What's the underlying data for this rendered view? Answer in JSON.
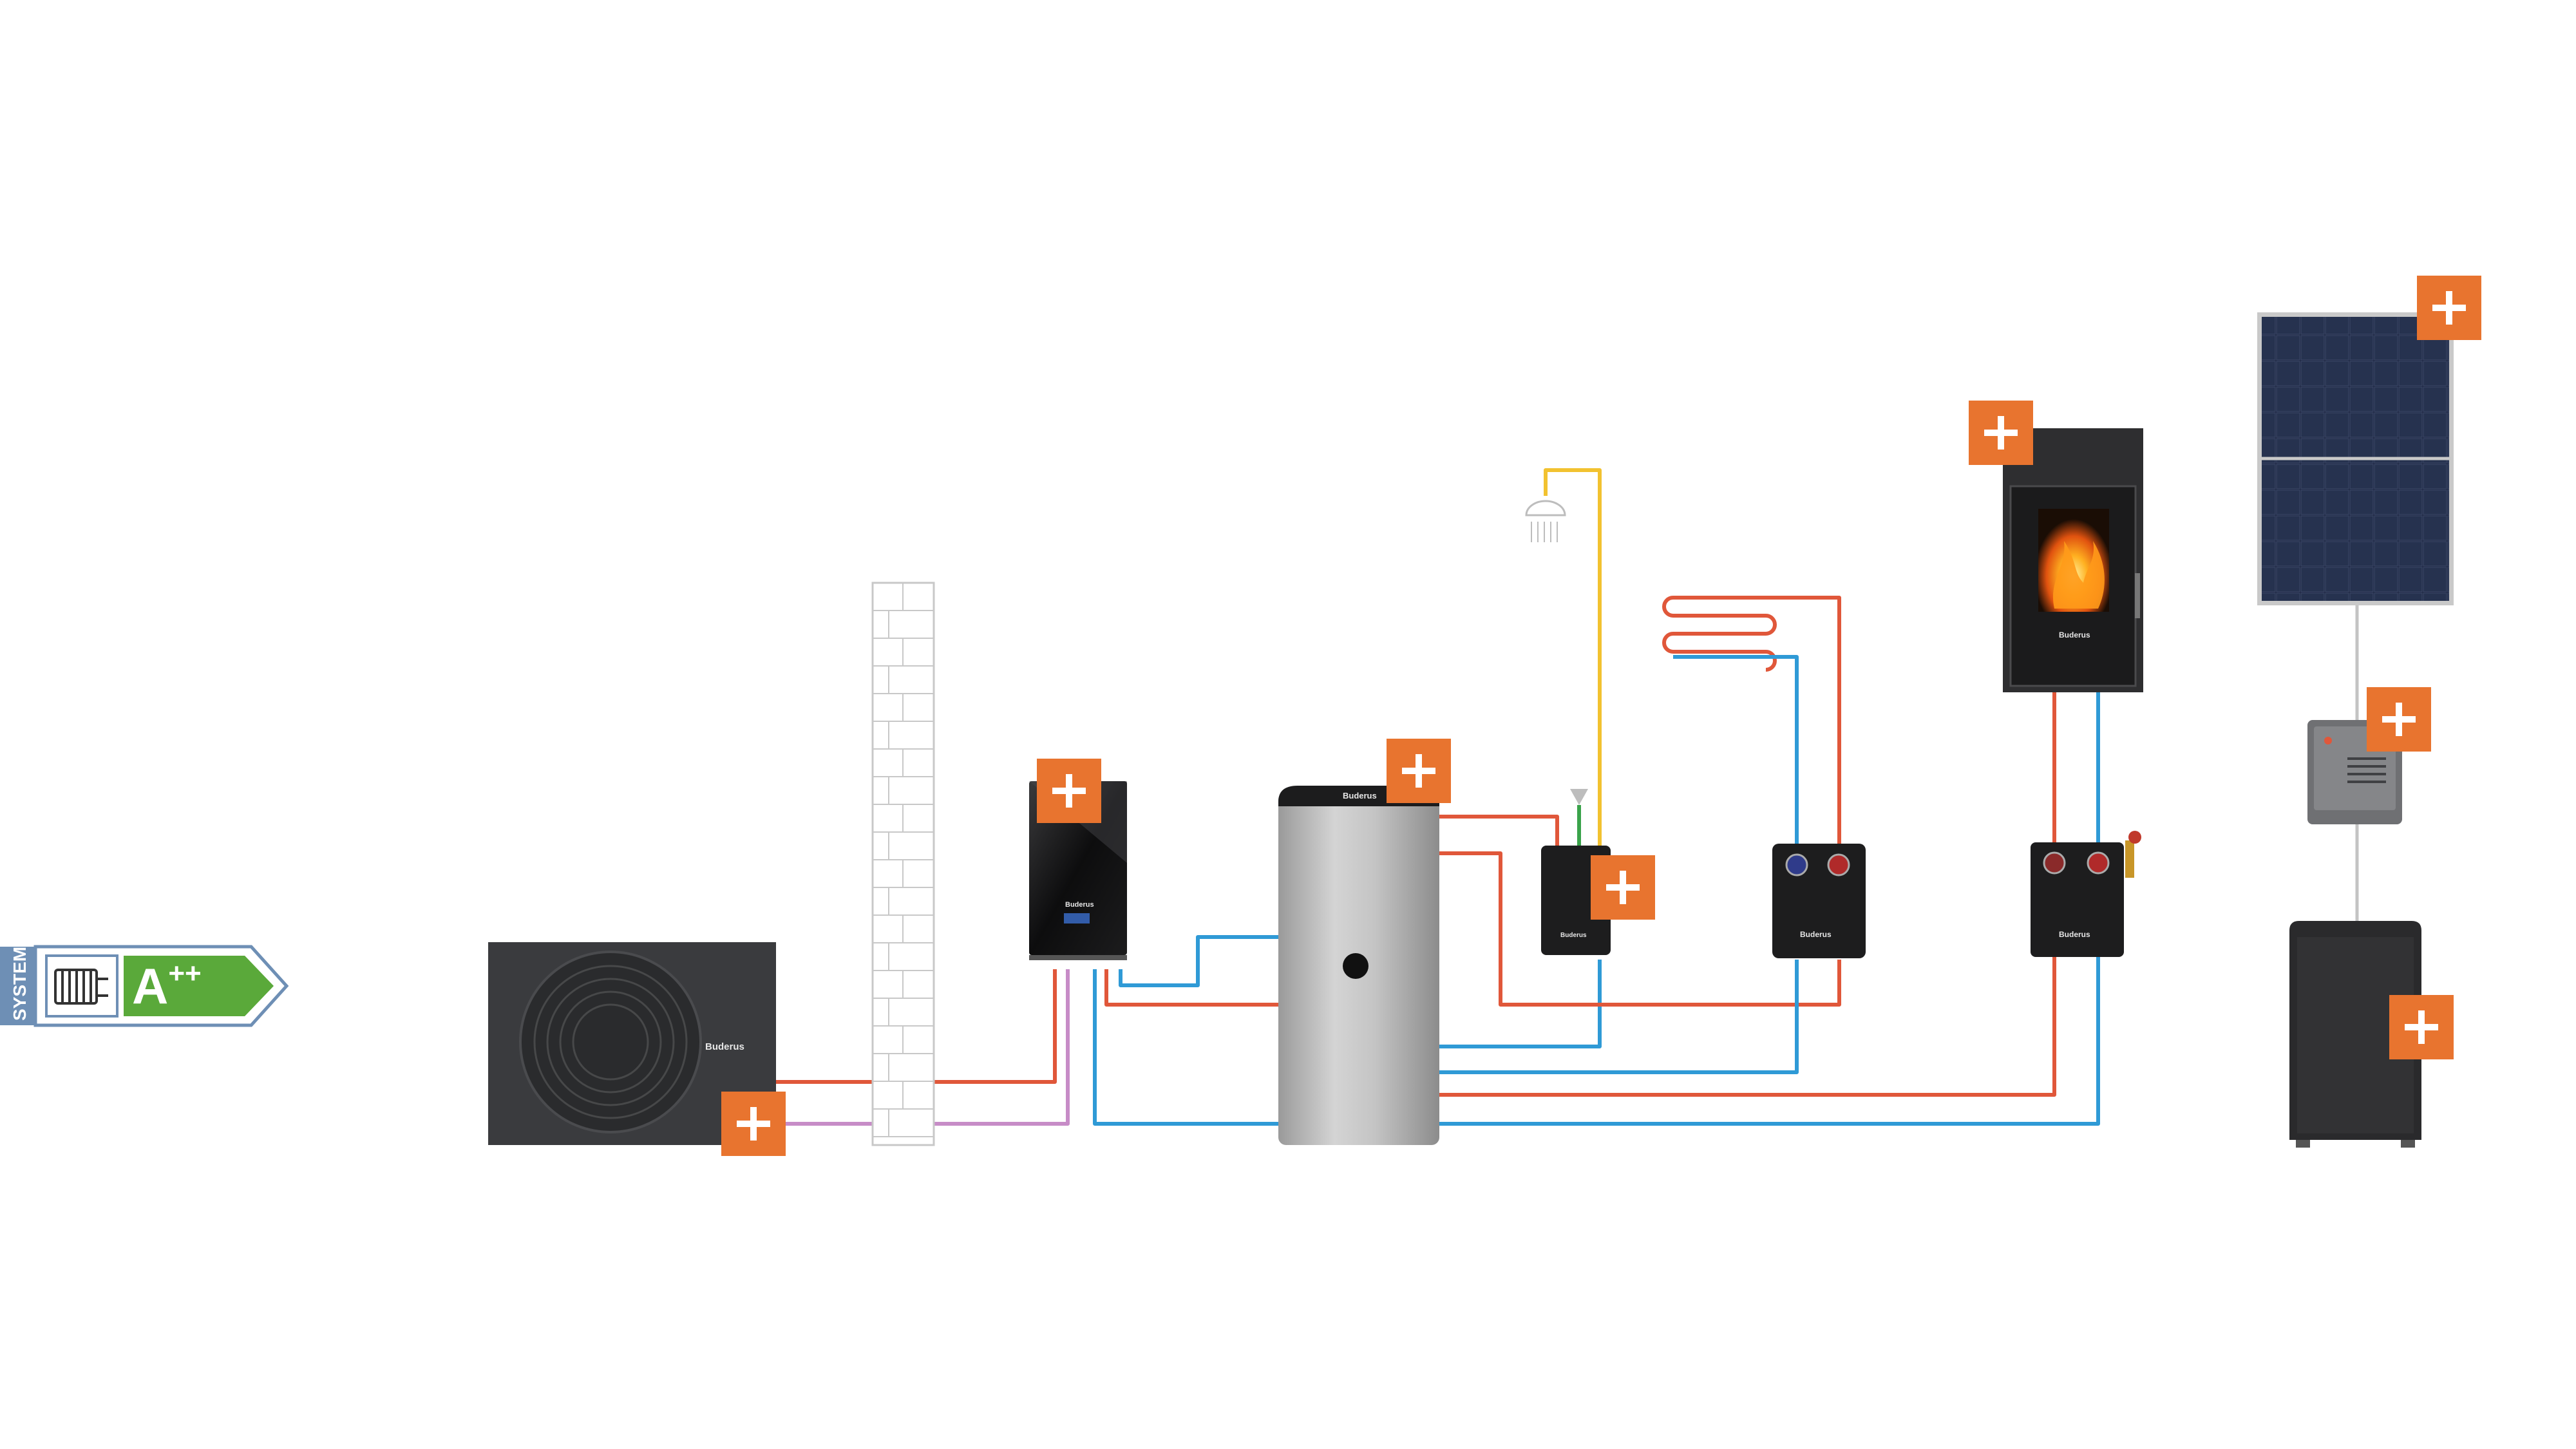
{
  "energy_label": {
    "side_text": "SYSTEM",
    "grade_letter": "A",
    "grade_suffix": "++",
    "arrow_color": "#5aa93a",
    "tab_color": "#6e8fb5",
    "icon": "radiator-icon"
  },
  "brand": "Buderus",
  "colors": {
    "hot_pipe": "#e0573a",
    "cold_pipe": "#2f9ad6",
    "refrigerant_pipe": "#c78cc7",
    "dhw_pipe": "#f2c230",
    "green_pipe": "#3aa34a",
    "device_dark": "#2c2c2e",
    "plus_orange": "#e8742f"
  },
  "components": [
    {
      "id": "heat-pump-outdoor",
      "brand_label": "Buderus",
      "icon": "plus-icon"
    },
    {
      "id": "indoor-unit",
      "brand_label": "Buderus",
      "icon": "plus-icon"
    },
    {
      "id": "storage-tank",
      "brand_label": "Buderus",
      "icon": "plus-icon"
    },
    {
      "id": "fresh-water-station",
      "brand_label": "Buderus",
      "icon": "plus-icon"
    },
    {
      "id": "heating-circuit-module",
      "brand_label": "Buderus"
    },
    {
      "id": "stove",
      "brand_label": "Buderus",
      "icon": "plus-icon"
    },
    {
      "id": "stove-pump-station",
      "brand_label": "Buderus"
    },
    {
      "id": "solar-panel",
      "icon": "plus-icon"
    },
    {
      "id": "inverter",
      "icon": "plus-icon"
    },
    {
      "id": "battery-storage",
      "icon": "plus-icon"
    }
  ]
}
